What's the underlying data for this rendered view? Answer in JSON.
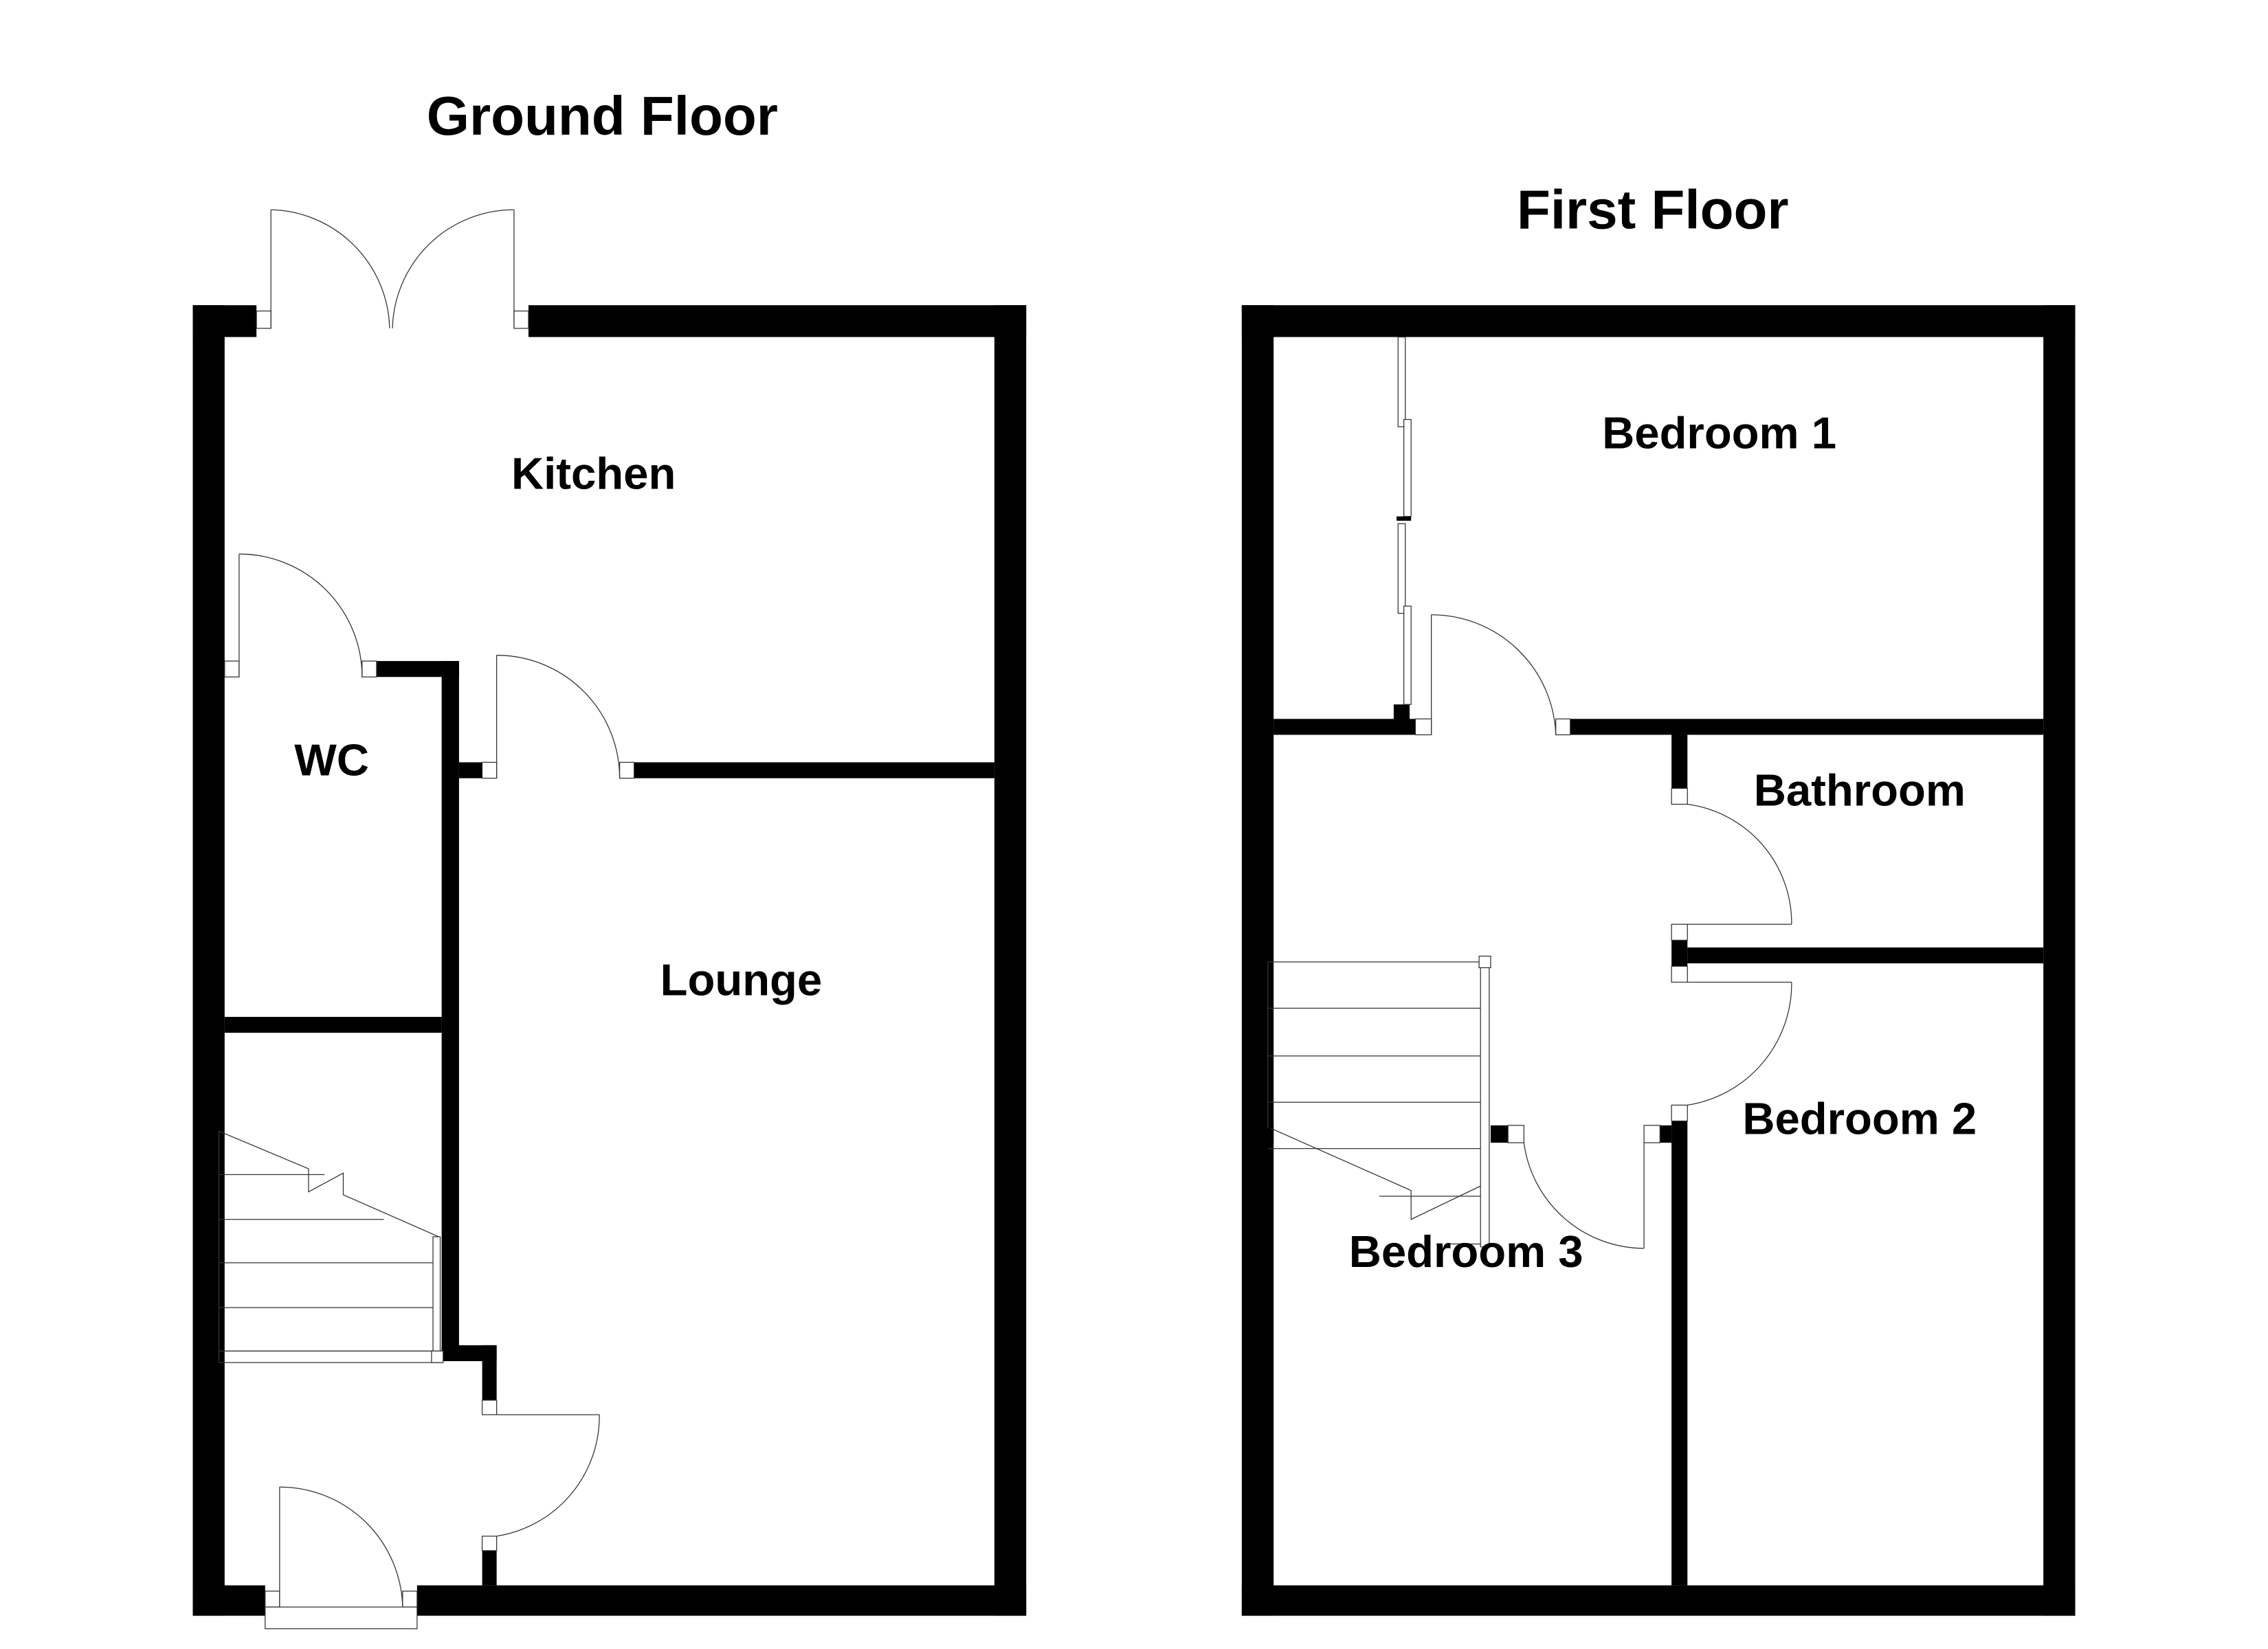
{
  "ground_floor": {
    "title": "Ground Floor",
    "rooms": {
      "kitchen": "Kitchen",
      "wc": "WC",
      "lounge": "Lounge"
    }
  },
  "first_floor": {
    "title": "First Floor",
    "rooms": {
      "bedroom1": "Bedroom 1",
      "bathroom": "Bathroom",
      "bedroom2": "Bedroom 2",
      "bedroom3": "Bedroom 3"
    }
  },
  "colors": {
    "wall": "#000000",
    "background": "#ffffff",
    "line": "#333333"
  }
}
